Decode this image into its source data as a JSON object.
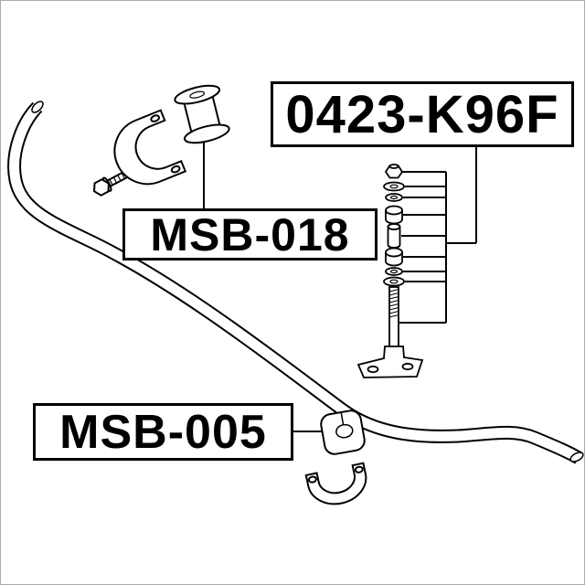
{
  "figure": {
    "background_color": "#ffffff",
    "line_color": "#000000"
  },
  "labels": {
    "link": {
      "text": "0423-K96F"
    },
    "bushing_bracket": {
      "text": "MSB-018"
    },
    "bushing": {
      "text": "MSB-005"
    }
  }
}
